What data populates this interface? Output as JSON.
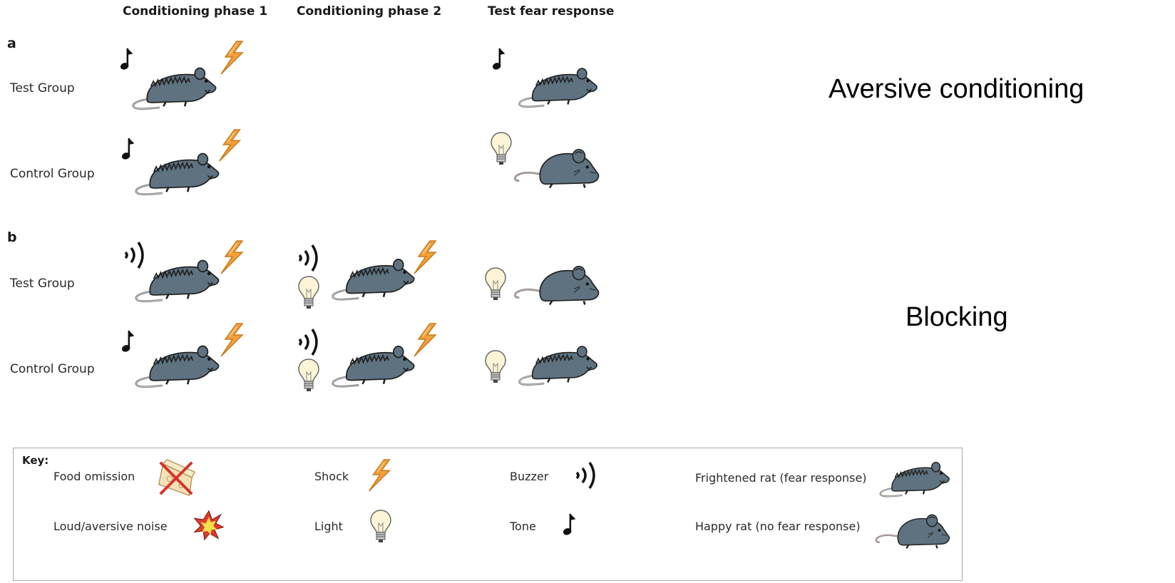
{
  "columns": {
    "phase1": "Conditioning phase 1",
    "phase2": "Conditioning phase 2",
    "test": "Test fear response"
  },
  "panels": {
    "a": {
      "label": "a",
      "rows": [
        {
          "group": "Test Group",
          "phase1": [
            "tone",
            "frightened-rat",
            "shock"
          ],
          "phase2": [],
          "test": [
            "tone",
            "frightened-rat"
          ]
        },
        {
          "group": "Control Group",
          "phase1": [
            "tone",
            "frightened-rat",
            "shock"
          ],
          "phase2": [],
          "test": [
            "light",
            "happy-rat"
          ]
        }
      ],
      "side_label": "Aversive conditioning"
    },
    "b": {
      "label": "b",
      "rows": [
        {
          "group": "Test Group",
          "phase1": [
            "buzzer",
            "frightened-rat",
            "shock"
          ],
          "phase2": [
            "buzzer",
            "light",
            "frightened-rat",
            "shock"
          ],
          "test": [
            "light",
            "happy-rat"
          ]
        },
        {
          "group": "Control Group",
          "phase1": [
            "tone",
            "frightened-rat",
            "shock"
          ],
          "phase2": [
            "buzzer",
            "light",
            "frightened-rat",
            "shock"
          ],
          "test": [
            "light",
            "frightened-rat"
          ]
        }
      ],
      "side_label": "Blocking"
    }
  },
  "key": {
    "title": "Key:",
    "items": [
      {
        "label": "Food omission",
        "icon": "food-omission"
      },
      {
        "label": "Shock",
        "icon": "shock"
      },
      {
        "label": "Buzzer",
        "icon": "buzzer"
      },
      {
        "label": "Frightened rat (fear response)",
        "icon": "frightened-rat"
      },
      {
        "label": "Loud/aversive noise",
        "icon": "loud-noise"
      },
      {
        "label": "Light",
        "icon": "light"
      },
      {
        "label": "Tone",
        "icon": "tone"
      },
      {
        "label": "Happy rat (no fear response)",
        "icon": "happy-rat"
      }
    ]
  },
  "colors": {
    "rat_body": "#5f7280",
    "shock": "#f2a03a",
    "bulb": "#fbf4d6"
  }
}
